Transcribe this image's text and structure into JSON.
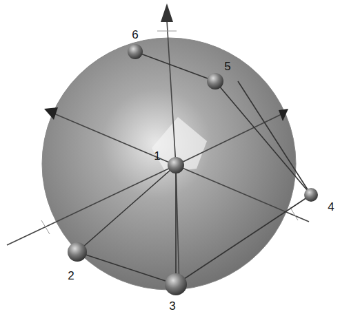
{
  "diagram": {
    "labels": [
      "6",
      "5",
      "1",
      "4",
      "2",
      "3"
    ]
  }
}
